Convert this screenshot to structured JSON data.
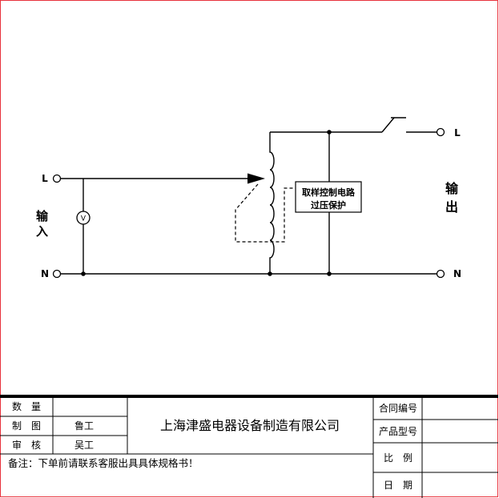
{
  "diagram": {
    "input": {
      "L": "L",
      "N": "N",
      "label": "输入"
    },
    "output": {
      "L": "L",
      "N": "N",
      "label": "输出"
    },
    "voltmeter": "V",
    "control_box": {
      "line1": "取样控制电路",
      "line2": "过压保护"
    }
  },
  "title_block": {
    "company": "上海津盛电器设备制造有限公司",
    "left_rows": [
      {
        "label": "数　量"
      },
      {
        "label": "制　图",
        "value": "鲁工"
      },
      {
        "label": "审　核",
        "value": "吴工"
      }
    ],
    "note": "备注：下单前请联系客服出具具体规格书！",
    "right_rows": [
      {
        "label": "合同编号"
      },
      {
        "label": "产品型号"
      },
      {
        "label": "比　例"
      },
      {
        "label": "日　期"
      }
    ]
  },
  "colors": {
    "border": "#e8323c",
    "line": "#000000"
  }
}
